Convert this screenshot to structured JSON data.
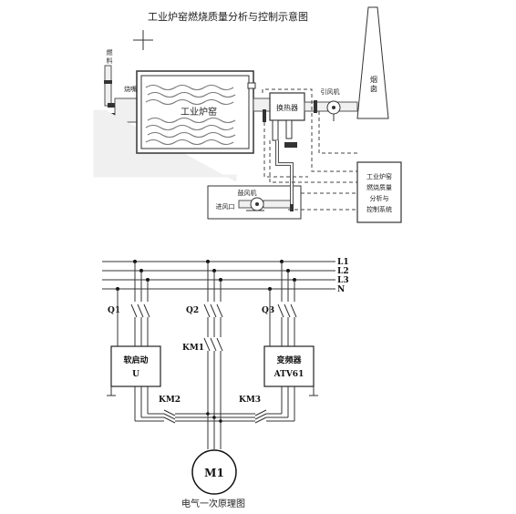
{
  "top_diagram": {
    "title": "工业炉窑燃烧质量分析与控制示意图",
    "fuel_label_1": "燃",
    "fuel_label_2": "料",
    "burner_label": "烧嘴",
    "furnace_label": "工业炉窑",
    "heat_exchanger_label": "换热器",
    "induced_fan_label": "引风机",
    "chimney_label_1": "烟",
    "chimney_label_2": "囱",
    "fresh_fan_label": "鼓风机",
    "air_inlet_label": "进风口",
    "control_box_lines": [
      "工业炉窑",
      "燃烧质量",
      "分析与",
      "控制系统"
    ]
  },
  "bottom_diagram": {
    "bus_labels": [
      "L1",
      "L2",
      "L3",
      "N"
    ],
    "switch_labels": [
      "Q1",
      "Q2",
      "Q3"
    ],
    "soft_starter_lines": [
      "软启动",
      "U"
    ],
    "inverter_lines": [
      "变频器",
      "ATV61"
    ],
    "contactor_labels": [
      "KM1",
      "KM2",
      "KM3"
    ],
    "motor_label": "M1",
    "caption": "电气一次原理图"
  }
}
